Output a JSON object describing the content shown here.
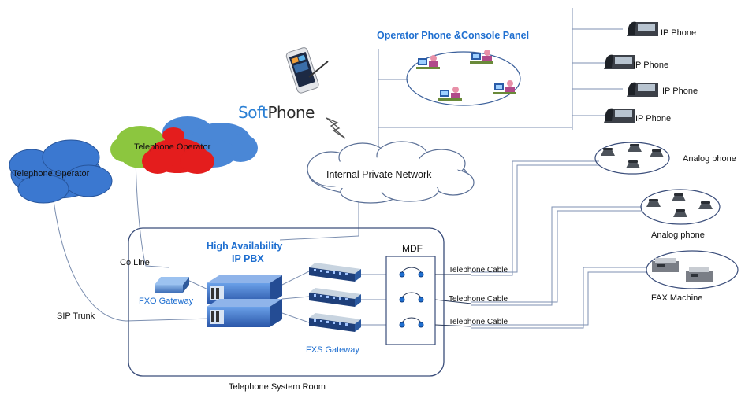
{
  "labels": {
    "operator_panel": "Operator Phone &Console Panel",
    "ip_phone_1": "IP Phone",
    "ip_phone_2": "IP Phone",
    "ip_phone_3": "IP Phone",
    "ip_phone_4": "IP Phone",
    "softphone_soft": "Soft",
    "softphone_phone": "Phone",
    "telephone_operator_left": "Telephone Operator",
    "telephone_operator_top": "Telephone Operator",
    "internal_network": "Internal Private Network",
    "analog_phone_1": "Analog  phone",
    "analog_phone_2": "Analog phone",
    "fax_machine": "FAX Machine",
    "ha_pbx_line1": "High Availability",
    "ha_pbx_line2": "IP PBX",
    "co_line": "Co.Line",
    "fxo_gateway": "FXO Gateway",
    "sip_trunk": "SIP Trunk",
    "fxs_gateway": "FXS Gateway",
    "mdf": "MDF",
    "telephone_cable_1": "Telephone Cable",
    "telephone_cable_2": "Telephone Cable",
    "telephone_cable_3": "Telephone Cable",
    "system_room": "Telephone System Room"
  },
  "colors": {
    "cloud_blue": "#3b78d0",
    "cloud_green": "#8cc63f",
    "cloud_red": "#e41d1d",
    "accent_blue": "#1f6fd0",
    "room_border": "#3a4d7a"
  }
}
